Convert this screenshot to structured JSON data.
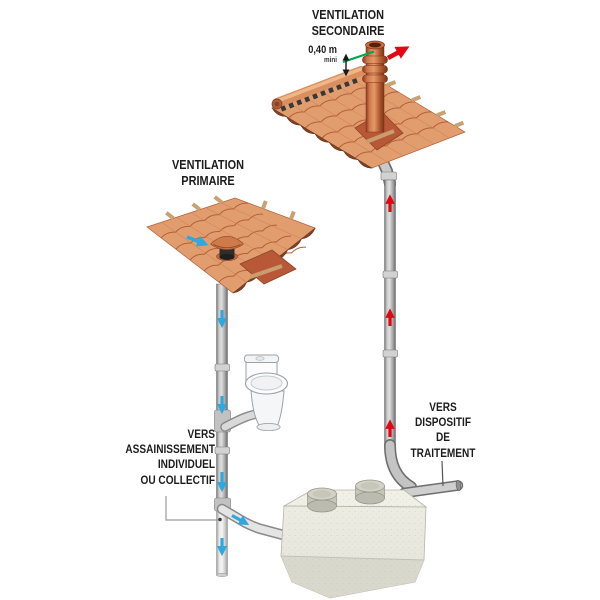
{
  "diagram": {
    "titles": {
      "secondary": [
        "VENTILATION",
        "SECONDAIRE"
      ],
      "primary": [
        "VENTILATION",
        "PRIMAIRE"
      ]
    },
    "clearance": {
      "value": "0,40 m",
      "qualifier": "mini"
    },
    "destinations": {
      "left": [
        "VERS",
        "ASSAINISSEMENT",
        "INDIVIDUEL",
        "OU COLLECTIF"
      ],
      "right": [
        "VERS",
        "DISPOSITIF",
        "DE",
        "TRAITEMENT"
      ]
    },
    "colors": {
      "down_flow_arrow": "#2fa8df",
      "up_flow_arrow": "#e30613",
      "clearance_line": "#00a651",
      "roof_tile": "#e29d6f",
      "roof_tile_shadow": "#b2603a",
      "pipe_gray": "#a9a9a9",
      "tank_body": "#e9e8df",
      "text": "#1c1c1c"
    }
  }
}
